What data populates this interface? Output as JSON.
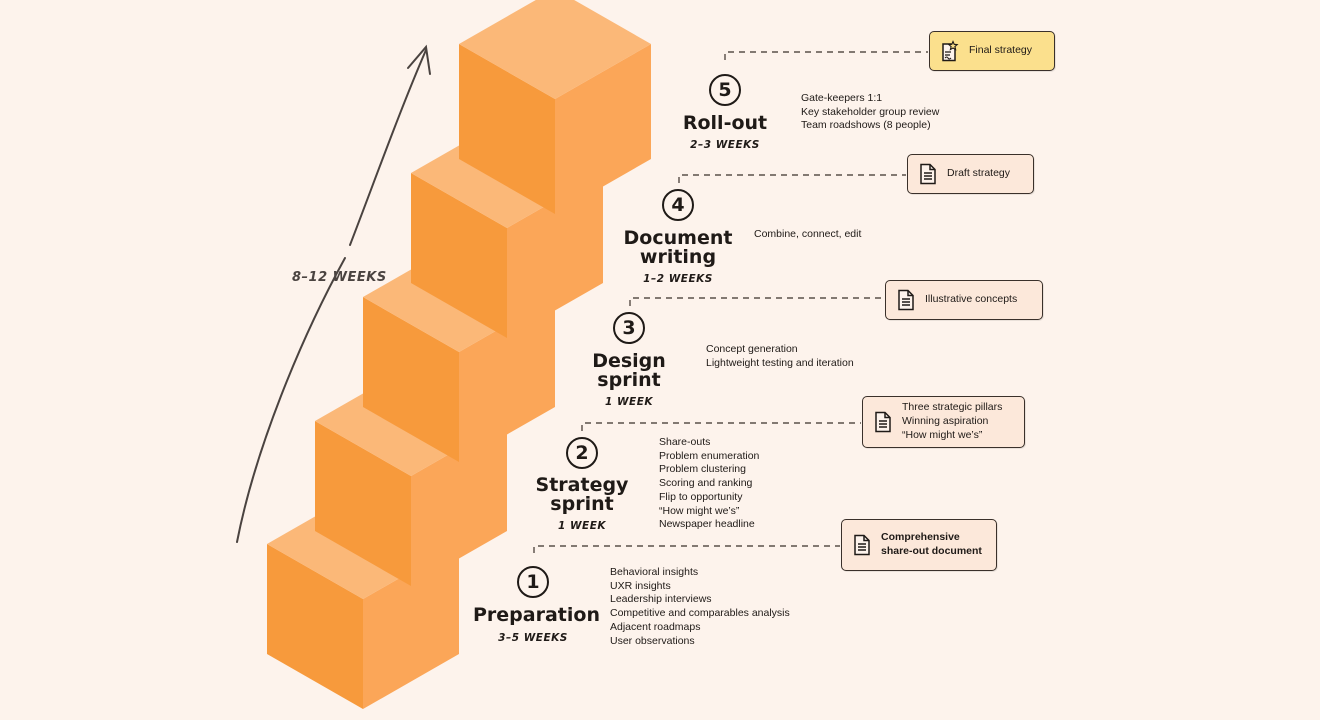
{
  "total_duration": "8–12 WEEKS",
  "colors": {
    "background": "#fdf3ec",
    "cube_top": "#fbb878",
    "cube_left": "#f79a3c",
    "cube_right": "#fba658",
    "card_fill": "#fce8da",
    "final_card_fill": "#fbe08d"
  },
  "phases": [
    {
      "number": "1",
      "title_lines": [
        "Preparation"
      ],
      "duration": "3–5 WEEKS",
      "activities": [
        "Behavioral insights",
        "UXR insights",
        "Leadership interviews",
        "Competitive and comparables analysis",
        "Adjacent roadmaps",
        "User observations"
      ],
      "deliverable": {
        "lines": [
          "Comprehensive",
          "share-out document"
        ],
        "icon": "document-icon"
      }
    },
    {
      "number": "2",
      "title_lines": [
        "Strategy",
        "sprint"
      ],
      "duration": "1 WEEK",
      "activities": [
        "Share-outs",
        "Problem enumeration",
        "Problem clustering",
        "Scoring and ranking",
        "Flip to opportunity",
        "“How might we’s”",
        "Newspaper headline"
      ],
      "deliverable": {
        "lines": [
          "Three strategic pillars",
          "Winning aspiration",
          "“How might we’s”"
        ],
        "icon": "document-icon"
      }
    },
    {
      "number": "3",
      "title_lines": [
        "Design",
        "sprint"
      ],
      "duration": "1 WEEK",
      "activities": [
        "Concept generation",
        "Lightweight testing and iteration"
      ],
      "deliverable": {
        "lines": [
          "Illustrative concepts"
        ],
        "icon": "document-icon"
      }
    },
    {
      "number": "4",
      "title_lines": [
        "Document",
        "writing"
      ],
      "duration": "1–2 WEEKS",
      "activities": [
        "Combine, connect, edit"
      ],
      "deliverable": {
        "lines": [
          "Draft strategy"
        ],
        "icon": "document-icon"
      }
    },
    {
      "number": "5",
      "title_lines": [
        "Roll-out"
      ],
      "duration": "2–3 WEEKS",
      "activities": [
        "Gate-keepers 1:1",
        "Key stakeholder group review",
        "Team roadshows (8 people)"
      ],
      "deliverable": {
        "lines": [
          "Final strategy"
        ],
        "icon": "signed-document-icon"
      }
    }
  ]
}
